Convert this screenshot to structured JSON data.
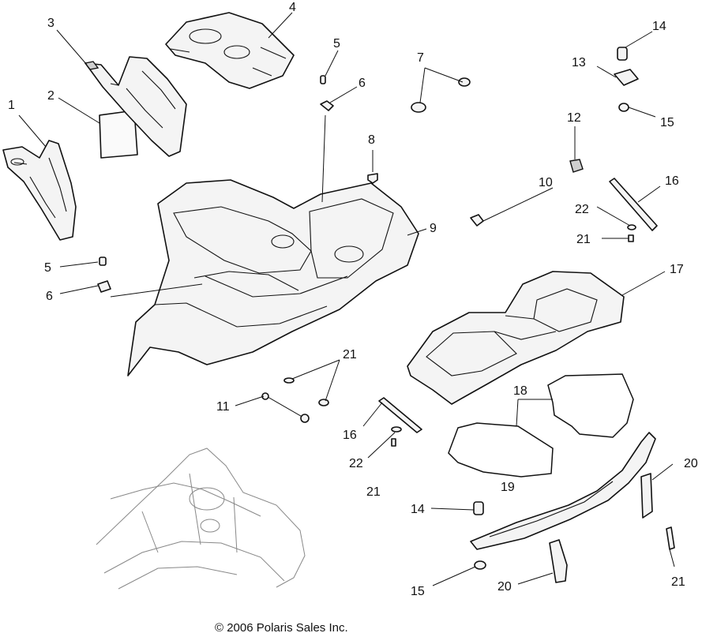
{
  "callouts": {
    "c1": "1",
    "c2": "2",
    "c3": "3",
    "c4": "4",
    "c5a": "5",
    "c5b": "5",
    "c6a": "6",
    "c6b": "6",
    "c7": "7",
    "c8": "8",
    "c9": "9",
    "c10": "10",
    "c11": "11",
    "c12": "12",
    "c13": "13",
    "c14a": "14",
    "c14b": "14",
    "c15a": "15",
    "c15b": "15",
    "c16a": "16",
    "c16b": "16",
    "c17": "17",
    "c18": "18",
    "c19": "19",
    "c20a": "20",
    "c20b": "20",
    "c21a": "21",
    "c21b": "21",
    "c21c": "21",
    "c21d": "21",
    "c22a": "22",
    "c22b": "22"
  },
  "copyright": "© 2006 Polaris Sales Inc."
}
